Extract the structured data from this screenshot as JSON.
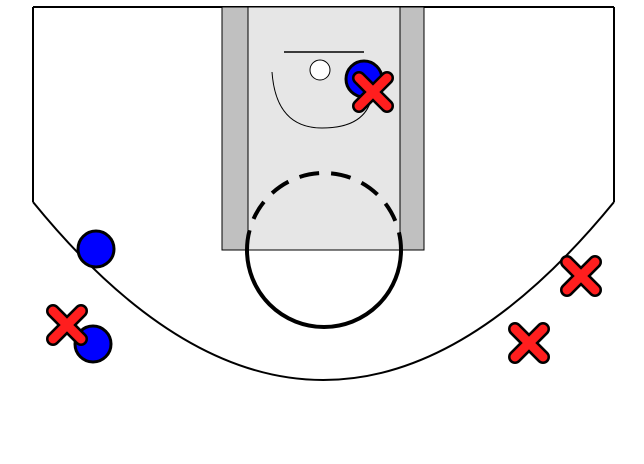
{
  "colors": {
    "background": "#ffffff",
    "court_line": "#000000",
    "lane_fill": "#e6e6e6",
    "lane_border": "#c0c0c0",
    "offense_player": "#0000ff",
    "defense_marker": "#ff1e1e",
    "marker_outline": "#000000"
  },
  "legend": {
    "offense_player_icon": "blue-circle",
    "defense_player_icon": "red-x"
  },
  "counts": {
    "offense_players": 3,
    "defense_players": 4
  }
}
